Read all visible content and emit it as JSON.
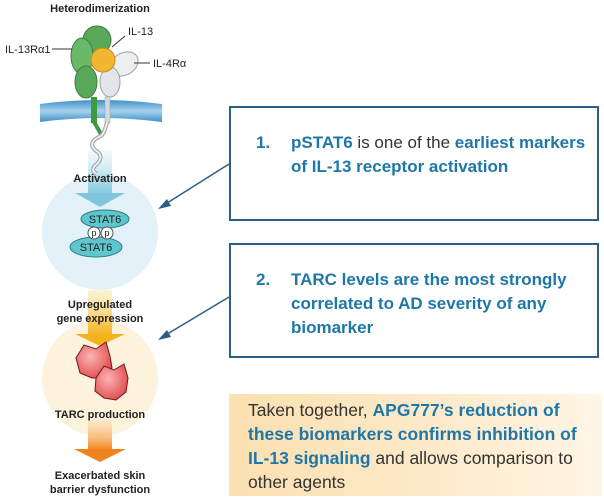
{
  "diagram": {
    "title": "Heterodimerization",
    "labels": {
      "il13ra1": "IL-13Rα1",
      "il13": "IL-13",
      "il4ra": "IL-4Rα",
      "stat6_top": "STAT6",
      "stat6_bottom": "STAT6",
      "phospho_1": "p",
      "phospho_2": "p"
    },
    "steps": {
      "activation": "Activation",
      "upregulated_1": "Upregulated",
      "upregulated_2": "gene expression",
      "tarc": "TARC production",
      "exacerbated_1": "Exacerbated skin",
      "exacerbated_2": "barrier dysfunction"
    }
  },
  "callouts": [
    {
      "number": "1.",
      "parts": [
        "pSTAT6",
        " is one of the ",
        "earliest markers of IL-13 receptor activation"
      ]
    },
    {
      "number": "2.",
      "parts": [
        "TARC levels are the most strongly correlated to AD severity of any biomarker"
      ]
    }
  ],
  "summary": {
    "parts": [
      "Taken together, ",
      "APG777’s reduction of these biomarkers confirms inhibition of IL-13 signaling",
      " and allows comparison to other agents"
    ]
  },
  "colors": {
    "accent_text": "#1f77a8",
    "box_border": "#2e5e86",
    "receptor_green": "#5aa95a",
    "il13_yellow": "#f2b632",
    "stat6_teal": "#5ec6cc",
    "tarc_red": "#e8555a"
  }
}
